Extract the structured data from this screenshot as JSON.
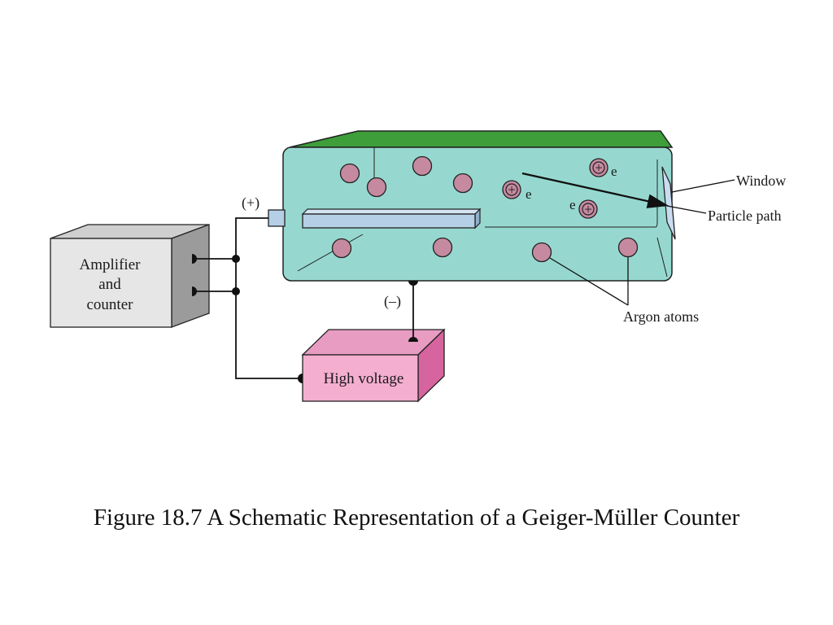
{
  "labels": {
    "plus_terminal": "(+)",
    "minus_terminal": "(–)",
    "window": "Window",
    "particle_path": "Particle path",
    "argon_atoms": "Argon atoms",
    "amplifier_line1": "Amplifier",
    "amplifier_line2": "and",
    "amplifier_line3": "counter",
    "high_voltage": "High voltage",
    "electron": "e",
    "ion": "+"
  },
  "caption": "Figure 18.7 A Schematic Representation of a Geiger-Müller Counter",
  "colors": {
    "tube_body": "#96d8cf",
    "tube_top": "#3d9e3a",
    "electrode": "#b4cfe6",
    "atom": "#c58aa0",
    "amplifier_front": "#e6e6e6",
    "amplifier_top": "#cfcfcf",
    "amplifier_side": "#9b9b9b",
    "hv_front": "#f4aed0",
    "hv_top": "#e89cc2",
    "hv_side": "#d6649e",
    "window": "#c9dcf0"
  },
  "icons": {
    "ion_marker": "circled-plus",
    "terminal_connector": "half-dot"
  }
}
